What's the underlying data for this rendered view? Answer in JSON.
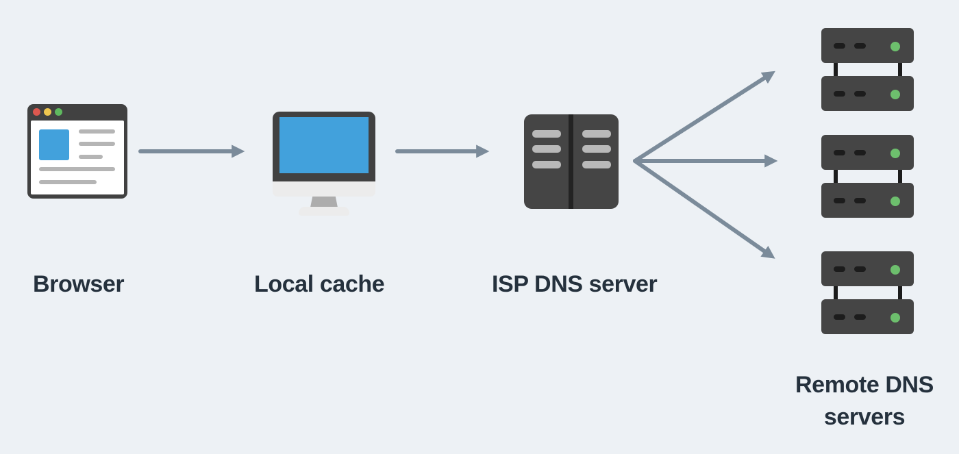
{
  "diagram": {
    "name": "DNS lookup flow",
    "nodes": {
      "browser": {
        "label": "Browser",
        "icon": "browser-window-icon"
      },
      "local_cache": {
        "label": "Local cache",
        "icon": "desktop-computer-icon"
      },
      "isp_dns": {
        "label": "ISP DNS server",
        "icon": "dns-server-tower-icon"
      },
      "remote_dns": {
        "label_line1": "Remote DNS",
        "label_line2": "servers",
        "icon": "server-rack-icon",
        "rack_count": 3
      }
    },
    "edges": [
      {
        "from": "browser",
        "to": "local_cache"
      },
      {
        "from": "local_cache",
        "to": "isp_dns"
      },
      {
        "from": "isp_dns",
        "to": "remote_dns_rack_1"
      },
      {
        "from": "isp_dns",
        "to": "remote_dns_rack_2"
      },
      {
        "from": "isp_dns",
        "to": "remote_dns_rack_3"
      }
    ]
  },
  "colors": {
    "background": "#edf1f5",
    "icon_dark": "#414141",
    "server_dark": "#454545",
    "stripe_dark": "#232323",
    "detail_dark": "#1c1c1c",
    "accent_blue": "#42a1dc",
    "light_gray": "#b5b5b5",
    "lighter_gray": "#ececec",
    "stand_gray": "#adadad",
    "slot_gray": "#b9b9b9",
    "arrow": "#7b8b9a",
    "text": "#25313d",
    "status_green": "#6dbf6d",
    "traffic_red": "#dd584f",
    "traffic_yellow": "#eec64f",
    "traffic_green": "#5fb95f"
  }
}
